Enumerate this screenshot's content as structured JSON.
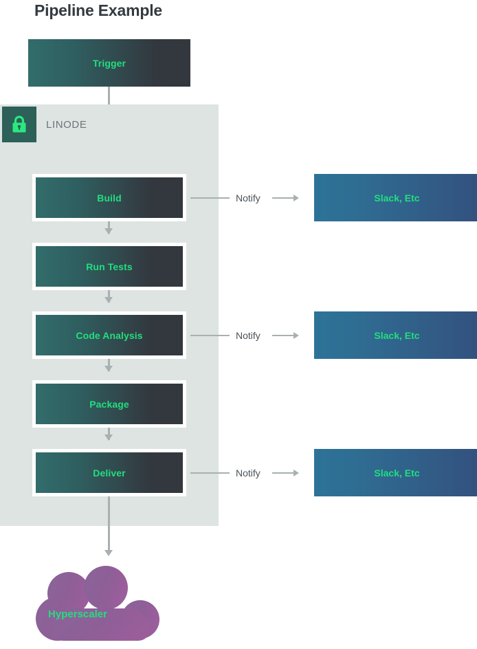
{
  "title": "Pipeline Example",
  "colors": {
    "accent_green": "#21df7e",
    "panel_bg": "#dde4e2",
    "badge_bg": "#2c6058",
    "stage_gradient_start": "#326d6b",
    "stage_gradient_end": "#32383e",
    "target_gradient_start": "#2d7397",
    "target_gradient_end": "#33517e",
    "cloud_fill": "#8d6398",
    "connector": "#a8b0b1",
    "title_text": "#333a40",
    "label_text": "#6b7478"
  },
  "entry": {
    "label": "Trigger"
  },
  "environment": {
    "name": "LINODE",
    "icon": "lock-icon"
  },
  "stages": [
    {
      "label": "Build",
      "notify": true
    },
    {
      "label": "Run Tests",
      "notify": false
    },
    {
      "label": "Code Analysis",
      "notify": true
    },
    {
      "label": "Package",
      "notify": false
    },
    {
      "label": "Deliver",
      "notify": true
    }
  ],
  "notify": {
    "label": "Notify",
    "target_label": "Slack, Etc"
  },
  "destination": {
    "label": "Hyperscaler",
    "shape": "cloud-icon"
  }
}
